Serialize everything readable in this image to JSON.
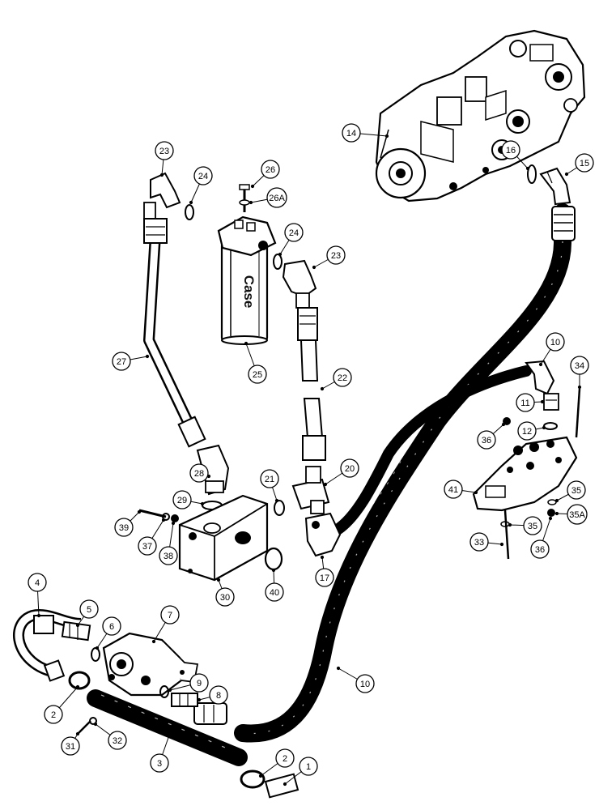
{
  "diagram": {
    "brand_text": "Case",
    "callouts": [
      {
        "id": "c1",
        "label": "1"
      },
      {
        "id": "c2a",
        "label": "2"
      },
      {
        "id": "c2b",
        "label": "2"
      },
      {
        "id": "c3",
        "label": "3"
      },
      {
        "id": "c4",
        "label": "4"
      },
      {
        "id": "c5",
        "label": "5"
      },
      {
        "id": "c6",
        "label": "6"
      },
      {
        "id": "c7",
        "label": "7"
      },
      {
        "id": "c8",
        "label": "8"
      },
      {
        "id": "c9",
        "label": "9"
      },
      {
        "id": "c10a",
        "label": "10"
      },
      {
        "id": "c10b",
        "label": "10"
      },
      {
        "id": "c11",
        "label": "11"
      },
      {
        "id": "c12",
        "label": "12"
      },
      {
        "id": "c14",
        "label": "14"
      },
      {
        "id": "c15",
        "label": "15"
      },
      {
        "id": "c16",
        "label": "16"
      },
      {
        "id": "c17",
        "label": "17"
      },
      {
        "id": "c20",
        "label": "20"
      },
      {
        "id": "c21",
        "label": "21"
      },
      {
        "id": "c22",
        "label": "22"
      },
      {
        "id": "c23a",
        "label": "23"
      },
      {
        "id": "c23b",
        "label": "23"
      },
      {
        "id": "c24a",
        "label": "24"
      },
      {
        "id": "c24b",
        "label": "24"
      },
      {
        "id": "c25",
        "label": "25"
      },
      {
        "id": "c26",
        "label": "26"
      },
      {
        "id": "c26a",
        "label": "26A"
      },
      {
        "id": "c27",
        "label": "27"
      },
      {
        "id": "c28",
        "label": "28"
      },
      {
        "id": "c29",
        "label": "29"
      },
      {
        "id": "c30",
        "label": "30"
      },
      {
        "id": "c31",
        "label": "31"
      },
      {
        "id": "c32",
        "label": "32"
      },
      {
        "id": "c33",
        "label": "33"
      },
      {
        "id": "c34",
        "label": "34"
      },
      {
        "id": "c35a",
        "label": "35"
      },
      {
        "id": "c35b",
        "label": "35"
      },
      {
        "id": "c35A",
        "label": "35A"
      },
      {
        "id": "c36a",
        "label": "36"
      },
      {
        "id": "c36b",
        "label": "36"
      },
      {
        "id": "c37",
        "label": "37"
      },
      {
        "id": "c38",
        "label": "38"
      },
      {
        "id": "c39",
        "label": "39"
      },
      {
        "id": "c40",
        "label": "40"
      },
      {
        "id": "c41",
        "label": "41"
      }
    ]
  }
}
